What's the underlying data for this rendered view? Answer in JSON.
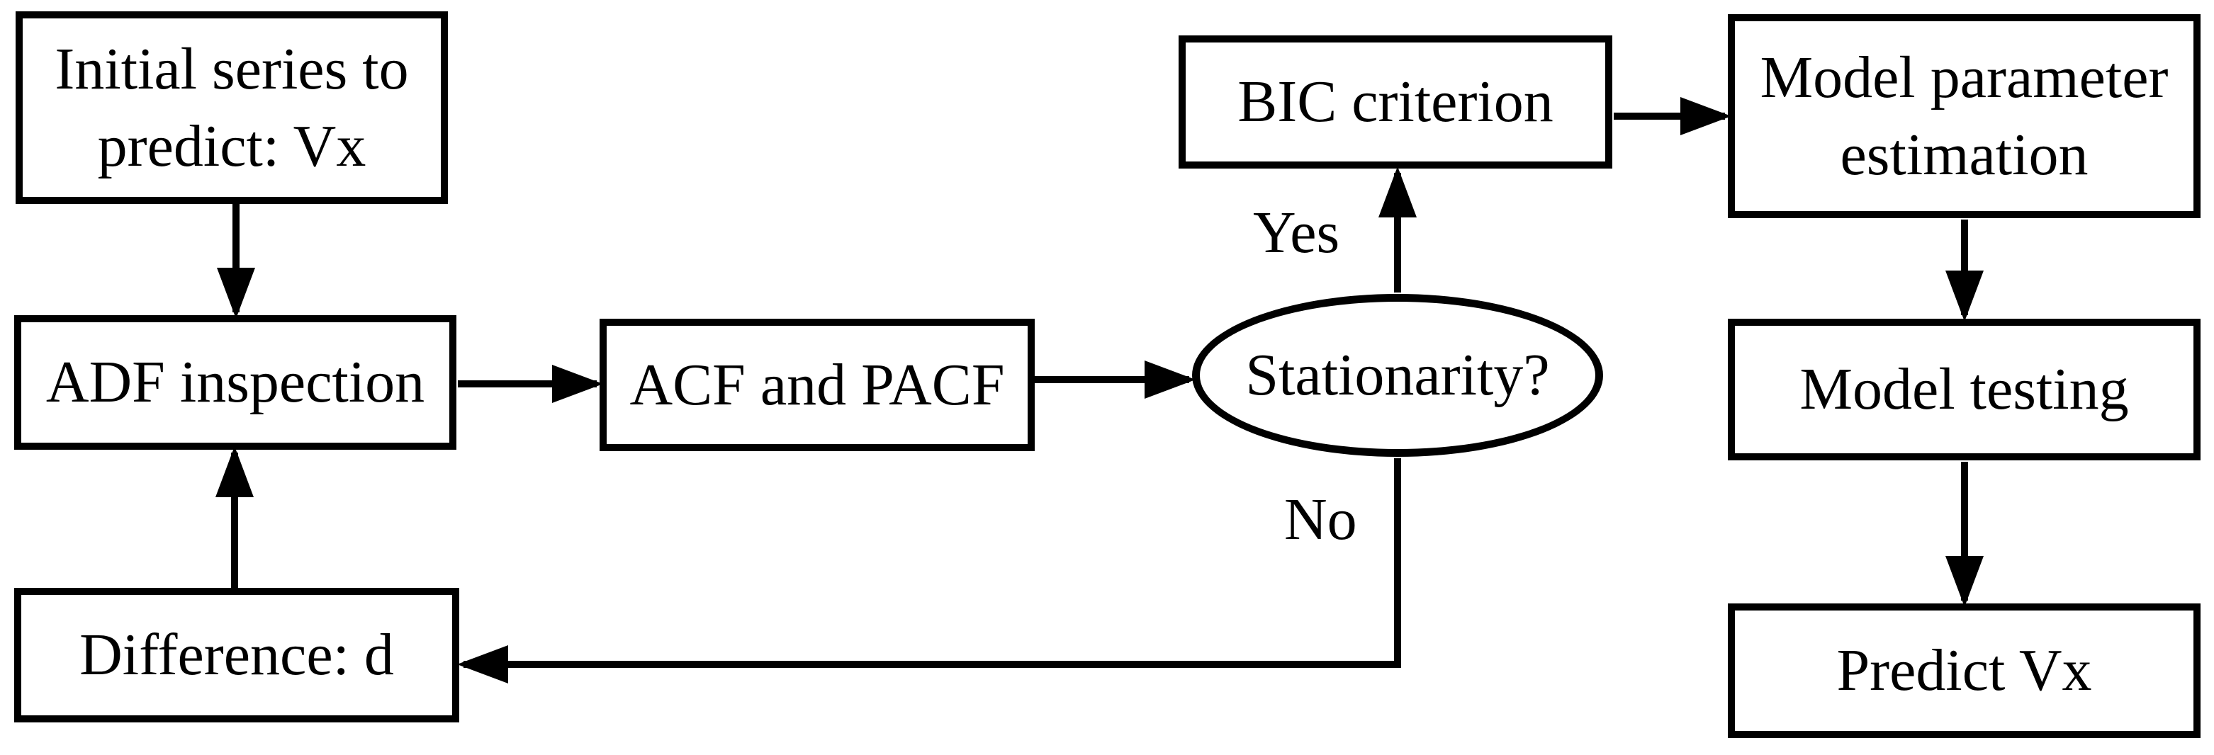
{
  "figure": {
    "background_color": "#ffffff",
    "line_color": "#000000",
    "nodes": {
      "initial_series": {
        "shape": "rect",
        "label": "Initial series to\npredict: Vx"
      },
      "adf_inspection": {
        "shape": "rect",
        "label": "ADF inspection"
      },
      "acf_pacf": {
        "shape": "rect",
        "label": "ACF and PACF"
      },
      "stationarity": {
        "shape": "ellipse",
        "label": "Stationarity?"
      },
      "bic_criterion": {
        "shape": "rect",
        "label": "BIC criterion"
      },
      "model_parameter_estimation": {
        "shape": "rect",
        "label": "Model parameter\nestimation"
      },
      "model_testing": {
        "shape": "rect",
        "label": "Model testing"
      },
      "predict_vx": {
        "shape": "rect",
        "label": "Predict Vx"
      },
      "difference": {
        "shape": "rect",
        "label": "Difference: d"
      }
    },
    "edge_labels": {
      "yes": "Yes",
      "no": "No"
    }
  }
}
